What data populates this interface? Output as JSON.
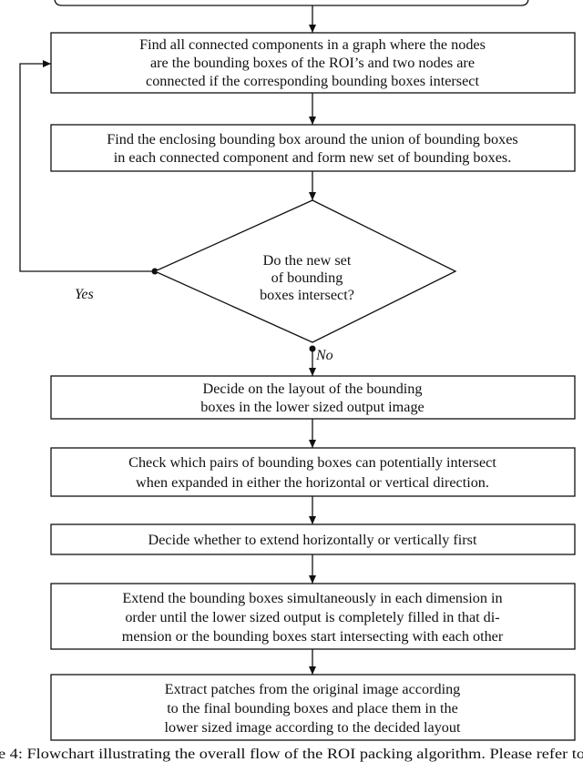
{
  "diagram": {
    "nodes": [
      {
        "id": "find_components",
        "shape": "rect",
        "lines": [
          "Find all connected components in a graph where the nodes",
          "are the bounding boxes of the ROI’s and two nodes are",
          "connected if the corresponding bounding boxes intersect"
        ]
      },
      {
        "id": "enclosing_box",
        "shape": "rect",
        "lines": [
          "Find the enclosing bounding box around the union of bounding boxes",
          "in each connected component and form new set of bounding boxes."
        ]
      },
      {
        "id": "intersect_decision",
        "shape": "diamond",
        "lines": [
          "Do the new set",
          "of bounding",
          "boxes intersect?"
        ]
      },
      {
        "id": "decide_layout",
        "shape": "rect",
        "lines": [
          "Decide on the layout of the bounding",
          "boxes in the lower sized output image"
        ]
      },
      {
        "id": "check_pairs",
        "shape": "rect",
        "lines": [
          "Check which pairs of bounding boxes can potentially intersect",
          "when expanded in either the horizontal or vertical direction."
        ]
      },
      {
        "id": "decide_direction",
        "shape": "rect",
        "lines": [
          "Decide whether to extend horizontally or vertically first"
        ]
      },
      {
        "id": "extend_boxes",
        "shape": "rect",
        "lines": [
          "Extend the bounding boxes simultaneously in each dimension in",
          "order until the lower sized output is completely filled in that di-",
          "mension or the bounding boxes start intersecting with each other"
        ]
      },
      {
        "id": "extract_patches",
        "shape": "rect",
        "lines": [
          "Extract patches from the original image according",
          "to the final bounding boxes and place them in the",
          "lower sized image according to the decided layout"
        ]
      }
    ],
    "edges": [
      {
        "from": "top_box",
        "to": "find_components",
        "label": ""
      },
      {
        "from": "find_components",
        "to": "enclosing_box",
        "label": ""
      },
      {
        "from": "enclosing_box",
        "to": "intersect_decision",
        "label": ""
      },
      {
        "from": "intersect_decision",
        "to": "find_components",
        "label": "Yes"
      },
      {
        "from": "intersect_decision",
        "to": "decide_layout",
        "label": "No"
      },
      {
        "from": "decide_layout",
        "to": "check_pairs",
        "label": ""
      },
      {
        "from": "check_pairs",
        "to": "decide_direction",
        "label": ""
      },
      {
        "from": "decide_direction",
        "to": "extend_boxes",
        "label": ""
      },
      {
        "from": "extend_boxes",
        "to": "extract_patches",
        "label": ""
      }
    ],
    "caption": "e 4: Flowchart illustrating the overall flow of the ROI packing algorithm. Please refer to"
  }
}
